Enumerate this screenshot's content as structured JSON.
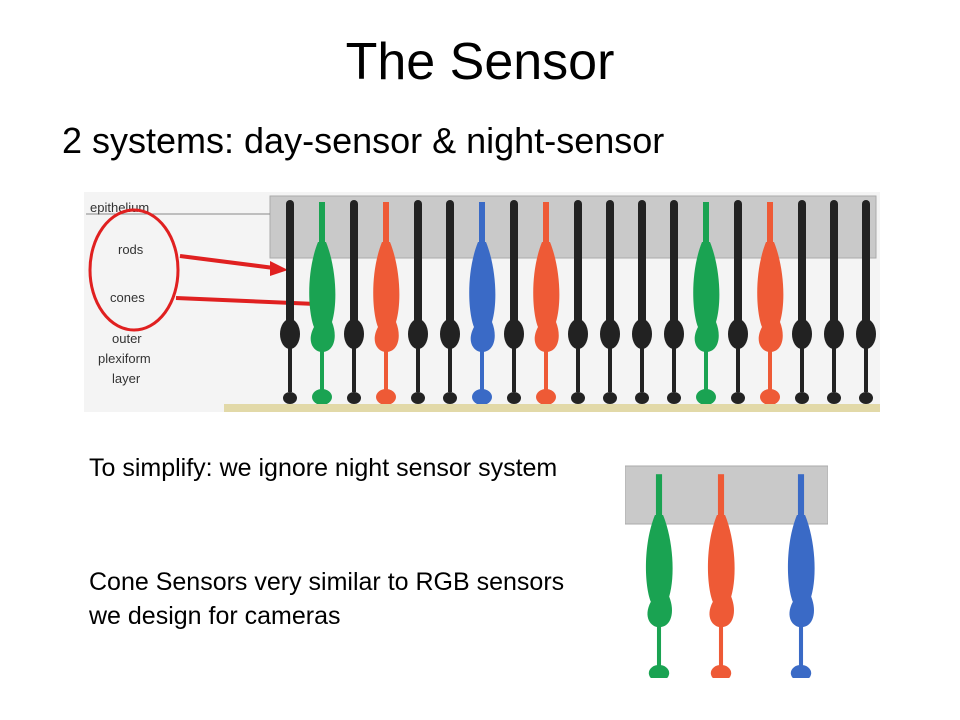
{
  "slide": {
    "title": "The Sensor",
    "subtitle": "2 systems: day-sensor & night-sensor",
    "notes": [
      "To simplify: we ignore night sensor system",
      "Cone Sensors very similar to RGB sensors we design for cameras"
    ]
  },
  "figure": {
    "labels": {
      "epithelium": "epithelium",
      "rods": "rods",
      "cones": "cones",
      "outer": "outer",
      "plexiform": "plexiform",
      "layer": "layer"
    },
    "colors": {
      "rod": "#222222",
      "cone_green": "#1aa352",
      "cone_red": "#ee5a36",
      "cone_blue": "#3a6ac6",
      "arrow": "#e02020",
      "band": "#c9c9c9"
    },
    "cell_sequence": [
      "rod",
      "green",
      "rod",
      "red",
      "rod",
      "rod",
      "blue",
      "rod",
      "red",
      "rod",
      "rod",
      "rod",
      "rod",
      "green",
      "rod",
      "red",
      "rod",
      "rod",
      "rod"
    ],
    "detail_sequence": [
      "green",
      "red",
      "blue"
    ]
  }
}
